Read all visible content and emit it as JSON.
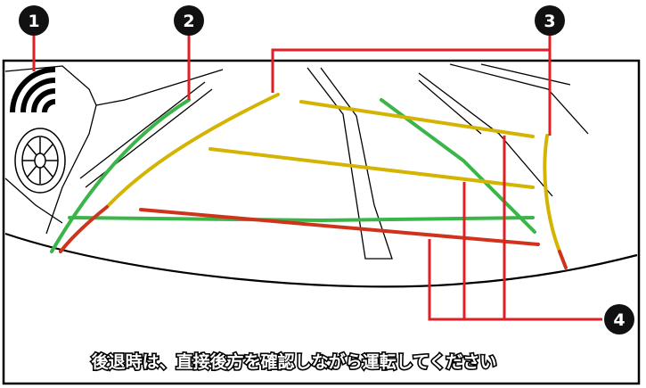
{
  "callouts": [
    {
      "id": "1",
      "label": "1",
      "meaning": "sensor-indicator"
    },
    {
      "id": "2",
      "label": "2",
      "meaning": "vehicle-width-guide"
    },
    {
      "id": "3",
      "label": "3",
      "meaning": "predicted-course-line"
    },
    {
      "id": "4",
      "label": "4",
      "meaning": "distance-guide-lines"
    }
  ],
  "caption": "後退時は、直接後方を確認しながら運転してください",
  "icons": {
    "sensor": "sensor-wave-icon",
    "wheel": "wheel-icon"
  },
  "colors": {
    "frame": "#000000",
    "screen_bg": "#ffffff",
    "callout_badge": "#111111",
    "callout_line": "#e01f26",
    "guide_green": "#3bb54a",
    "guide_yellow": "#d4b400",
    "guide_red": "#d0331c",
    "caption_fill": "#ffffff",
    "caption_stroke": "#000000"
  }
}
